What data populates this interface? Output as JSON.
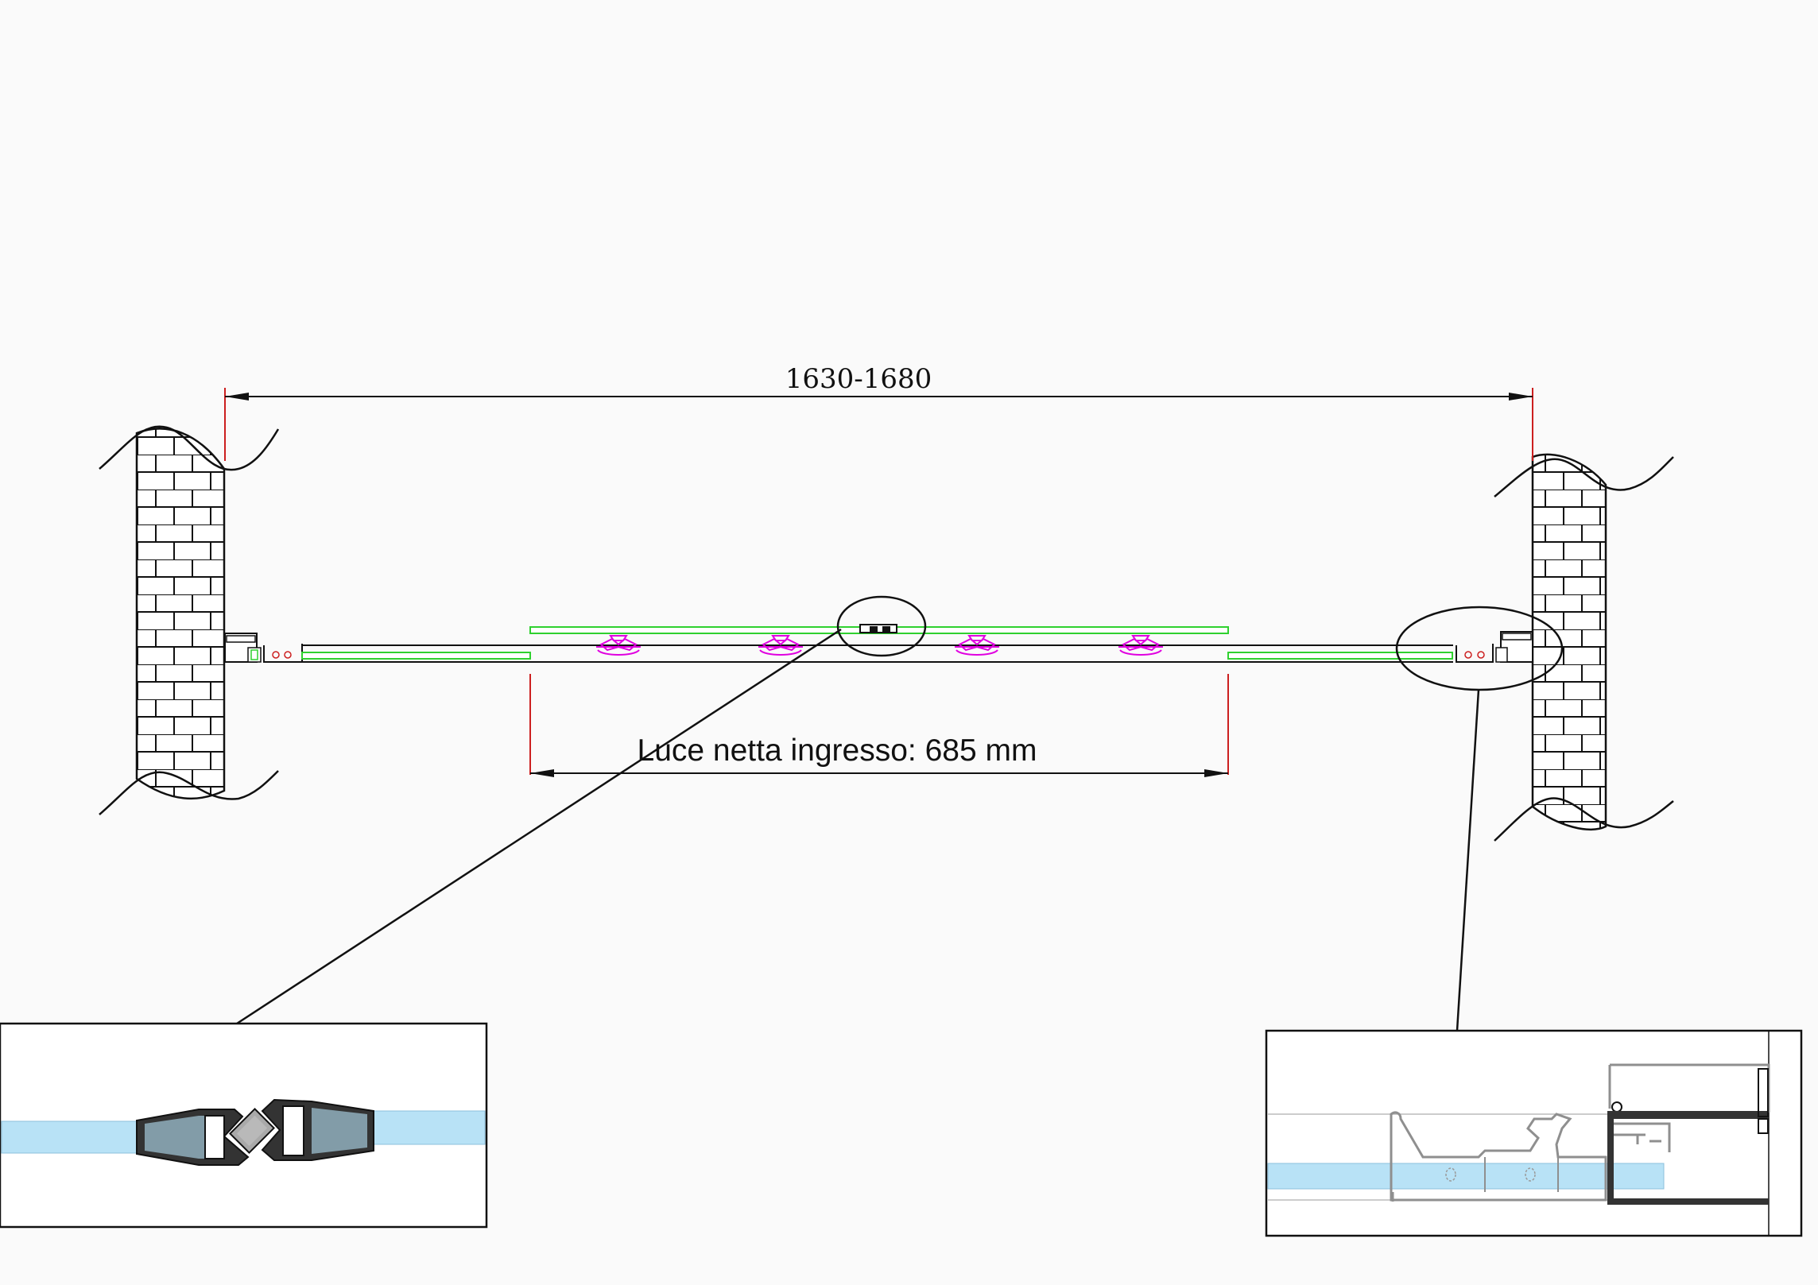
{
  "dimensions": {
    "overall_width_label": "1630-1680",
    "clear_opening_label": "Luce netta ingresso: 685 mm"
  },
  "colors": {
    "line": "#111111",
    "dimension_extension": "#cc1f1f",
    "glass_outline": "#2fd12f",
    "roller": "#e000e0",
    "glass_fill": "#b8e2f6",
    "magnet_fill": "#a9a9a9",
    "profile_gray": "#8f8f8f",
    "background": "#fafafa"
  },
  "detail_views": [
    {
      "name": "magnetic-seal-detail",
      "content": "door-to-door magnetic seal closing profile"
    },
    {
      "name": "wall-profile-detail",
      "content": "wall jamb profile with sliding glass panel"
    }
  ]
}
